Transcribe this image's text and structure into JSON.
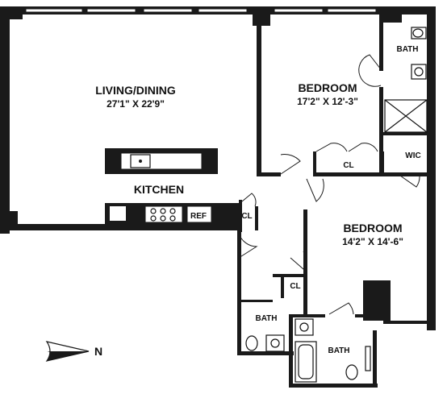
{
  "rooms": {
    "living": {
      "name": "LIVING/DINING",
      "dims": "27'1\" X 22'9\""
    },
    "kitchen": {
      "name": "KITCHEN"
    },
    "bedroom1": {
      "name": "BEDROOM",
      "dims": "17'2\" X 12'-3\""
    },
    "bedroom2": {
      "name": "BEDROOM",
      "dims": "14'2\" X 14'-6\""
    },
    "bath1": {
      "name": "BATH"
    },
    "bath2": {
      "name": "BATH"
    },
    "bath3": {
      "name": "BATH"
    },
    "wic": {
      "name": "WIC"
    },
    "closet1": {
      "name": "CL"
    },
    "closet2": {
      "name": "CL"
    },
    "closet3": {
      "name": "CL"
    },
    "ref": {
      "name": "REF"
    }
  },
  "compass": {
    "label": "N"
  }
}
